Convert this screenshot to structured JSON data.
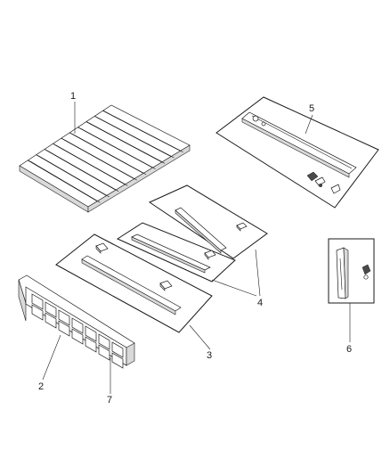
{
  "callouts": {
    "c1": "1",
    "c2": "2",
    "c3": "3",
    "c4": "4",
    "c5": "5",
    "c6": "6",
    "c7": "7"
  },
  "colors": {
    "line": "#1a1a1a",
    "fill": "#ffffff",
    "shade": "#d9d9d9"
  }
}
